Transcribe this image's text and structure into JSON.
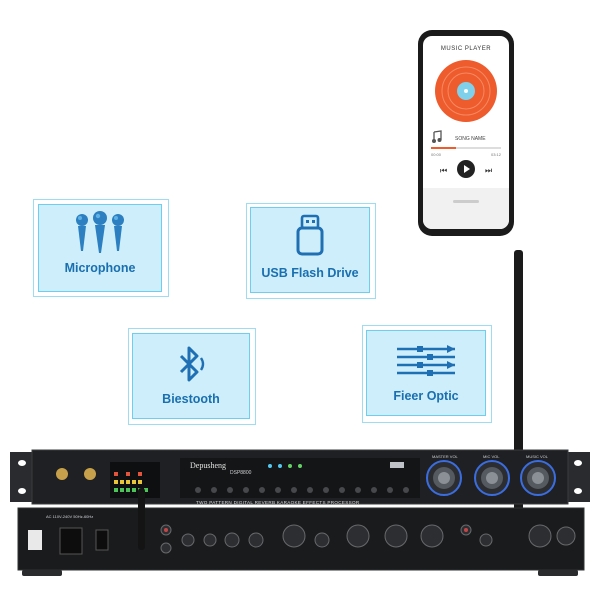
{
  "cards": [
    {
      "label": "Microphone",
      "icon": "microphone-icon"
    },
    {
      "label": "USB Flash Drive",
      "icon": "usb-drive-icon"
    },
    {
      "label": "Biestooth",
      "icon": "bluetooth-icon"
    },
    {
      "label": "Fieer Optic",
      "icon": "fiber-optic-icon"
    }
  ],
  "phone": {
    "title": "MUSIC PLAYER",
    "song": "SONG NAME",
    "time_elapsed": "00:00",
    "time_total": "03:12",
    "progress": 0.35,
    "colors": {
      "disc": "#ee5b2c",
      "center": "#7fd0ea"
    }
  },
  "device": {
    "brand": "Depusheng",
    "model": "DSP8800",
    "subtitle": "TWO PATTERN DIGITAL REVERB KARAOKE EFFECTS PROCESSOR",
    "knob_labels": [
      "MASTER VOL",
      "MIC VOL",
      "MUSIC VOL"
    ],
    "rear_text": "AC 110V-240V 50Hz-60Hz"
  },
  "colors": {
    "accent": "#1a6fb0",
    "card_fill": "#cdeefa",
    "card_border": "#6fcdee",
    "rack": "#1c1d1f"
  }
}
